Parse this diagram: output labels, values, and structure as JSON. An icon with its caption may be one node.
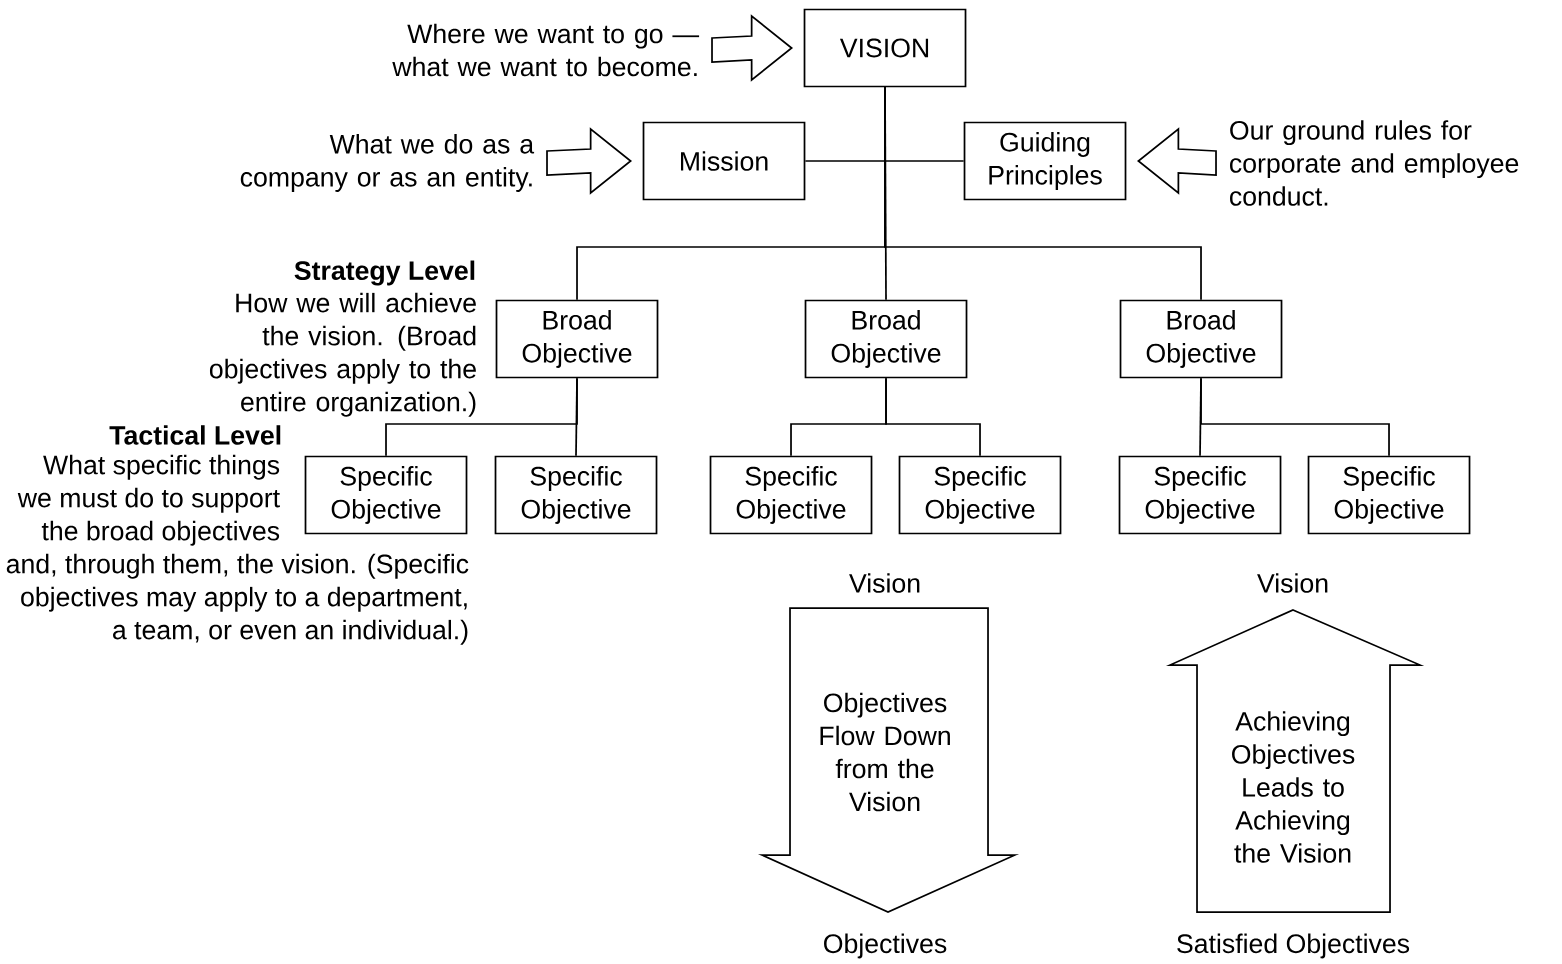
{
  "diagram": {
    "nodes": [
      {
        "text": [
          "VISION"
        ]
      },
      {
        "text": [
          "Mission"
        ]
      },
      {
        "text": [
          "Guiding Principles"
        ]
      },
      {
        "text": [
          "Broad Objective"
        ]
      },
      {
        "text": [
          "Broad Objective"
        ]
      },
      {
        "text": [
          "Broad Objective"
        ]
      },
      {
        "text": [
          "Specific Objective"
        ]
      },
      {
        "text": [
          "Specific Objective"
        ]
      },
      {
        "text": [
          "Specific Objective"
        ]
      },
      {
        "text": [
          "Specific Objective"
        ]
      },
      {
        "text": [
          "Specific Objective"
        ]
      },
      {
        "text": [
          "Specific Objective"
        ]
      },
      {
        "text": [
          "Where we want to go — what we want to become."
        ]
      },
      {
        "text": [
          "What we do as a company or as an entity."
        ]
      },
      {
        "text": [
          "Our ground rules for corporate and employee conduct."
        ]
      },
      {
        "text": [
          "Objectives Flow Down from the Vision"
        ],
        "beside": [
          "Vision",
          "Objectives"
        ]
      },
      {
        "text": [
          "Achieving Objectives Leads to Achieving the Vision"
        ],
        "beside": [
          "Vision",
          "Satisfied Objectives"
        ]
      }
    ],
    "edges": [
      {
        "from": 0,
        "to": 1,
        "arrow": "none"
      },
      {
        "from": 0,
        "to": 2,
        "arrow": "none"
      },
      {
        "from": 0,
        "to": 3,
        "arrow": "none"
      },
      {
        "from": 0,
        "to": 4,
        "arrow": "none"
      },
      {
        "from": 0,
        "to": 5,
        "arrow": "none"
      },
      {
        "from": 3,
        "to": 6,
        "arrow": "none"
      },
      {
        "from": 3,
        "to": 7,
        "arrow": "none"
      },
      {
        "from": 4,
        "to": 8,
        "arrow": "none"
      },
      {
        "from": 4,
        "to": 9,
        "arrow": "none"
      },
      {
        "from": 5,
        "to": 10,
        "arrow": "none"
      },
      {
        "from": 5,
        "to": 11,
        "arrow": "none"
      },
      {
        "from": 12,
        "to": 0,
        "arrow": "to"
      },
      {
        "from": 13,
        "to": 1,
        "arrow": "to"
      },
      {
        "from": 14,
        "to": 2,
        "arrow": "to"
      }
    ],
    "labels": [
      "Strategy Level",
      "How we will achieve the vision. (Broad objectives apply to the entire organization.)",
      "Tactical Level",
      "What specific things we must do to support the broad objectives and, through them, the vision. (Specific objectives may apply to a department, a team, or even an individual.)"
    ]
  }
}
